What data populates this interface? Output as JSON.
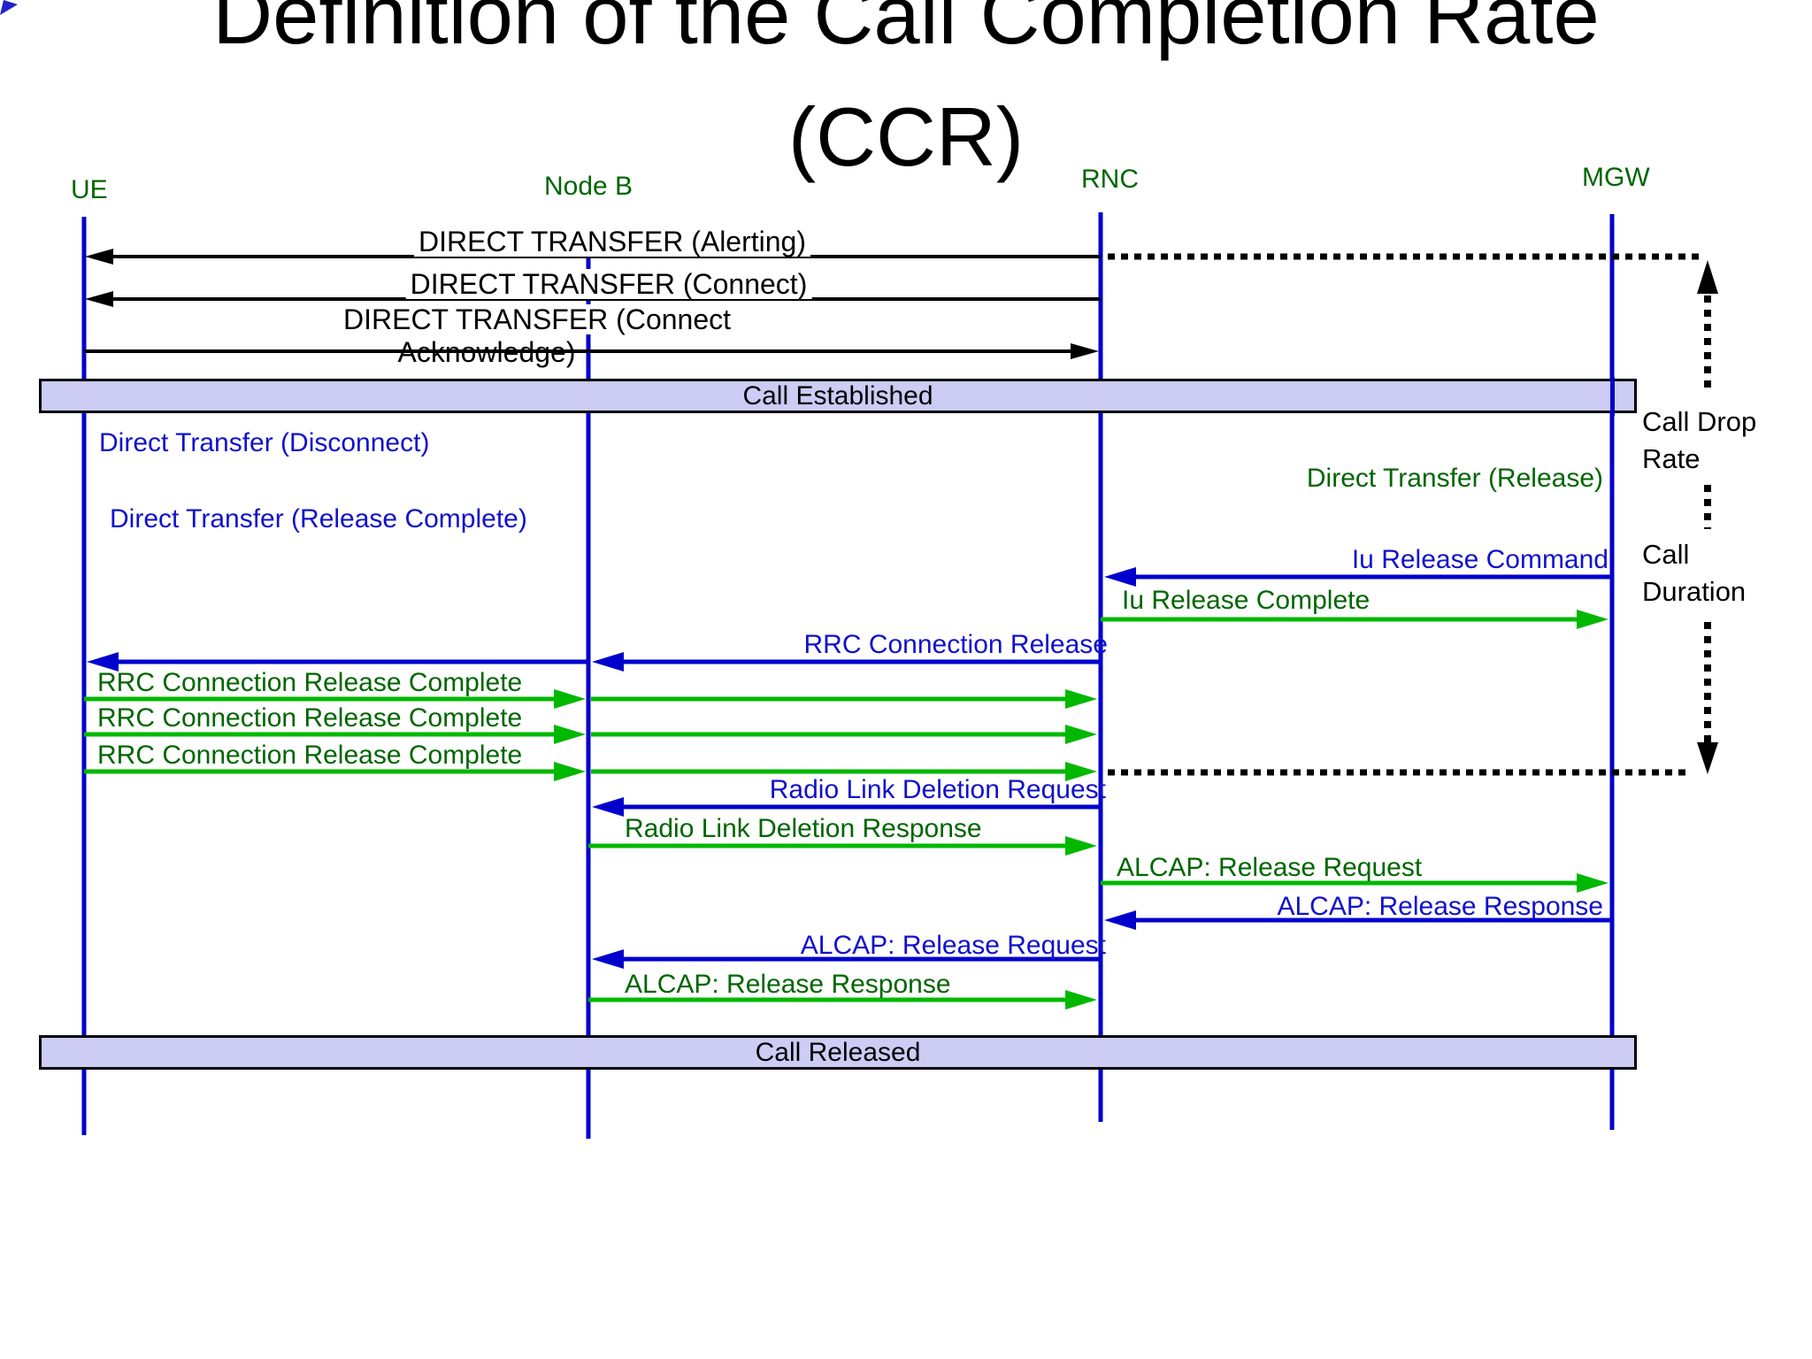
{
  "title": {
    "line1": "Definition of the Call Completion Rate",
    "line2": "(CCR)"
  },
  "lifelines": {
    "ue": "UE",
    "node_b": "Node B",
    "rnc": "RNC",
    "mgw": "MGW"
  },
  "banners": {
    "established": "Call Established",
    "released": "Call Released"
  },
  "messages": {
    "dt_alerting": "DIRECT TRANSFER (Alerting)",
    "dt_connect": "DIRECT TRANSFER (Connect)",
    "dt_connect_ack_line1": "DIRECT TRANSFER (Connect",
    "dt_connect_ack_line2": "Acknowledge)",
    "dt_disconnect": "Direct Transfer (Disconnect)",
    "dt_release": "Direct Transfer (Release)",
    "dt_release_complete": "Direct Transfer (Release Complete)",
    "iu_release_command": "Iu Release Command",
    "iu_release_complete": "Iu Release Complete",
    "rrc_connection_release": "RRC Connection Release",
    "rrc_connection_release_complete": "RRC Connection Release Complete",
    "radio_link_deletion_request": "Radio Link Deletion Request",
    "radio_link_deletion_response": "Radio Link Deletion Response",
    "alcap_release_request": "ALCAP: Release Request",
    "alcap_release_response": "ALCAP: Release Response"
  },
  "annotations": {
    "call_drop_rate": "Call Drop Rate",
    "call_duration": "Call Duration"
  },
  "colors": {
    "lifeline_blue": "#0000cc",
    "message_text_blue": "#1111cc",
    "label_green": "#006600",
    "arrow_green": "#00b800",
    "arrow_black": "#000000",
    "banner_fill": "#ccccf5",
    "dotted_black": "#000000"
  }
}
